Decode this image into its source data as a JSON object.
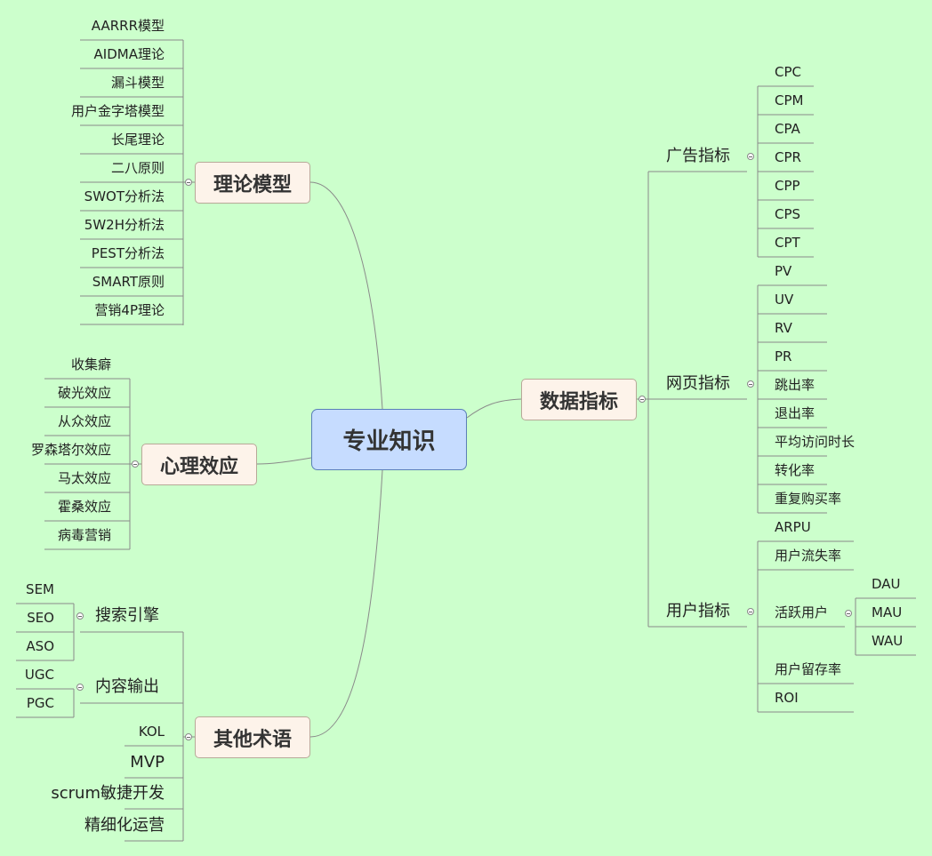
{
  "root": "专业知识",
  "branches": {
    "theory": {
      "label": "理论模型",
      "items": [
        "AARRR模型",
        "AIDMA理论",
        "漏斗模型",
        "用户金字塔模型",
        "长尾理论",
        "二八原则",
        "SWOT分析法",
        "5W2H分析法",
        "PEST分析法",
        "SMART原则",
        "营销4P理论"
      ]
    },
    "psychology": {
      "label": "心理效应",
      "items": [
        "收集癖",
        "破光效应",
        "从众效应",
        "罗森塔尔效应",
        "马太效应",
        "霍桑效应",
        "病毒营销"
      ]
    },
    "terms": {
      "label": "其他术语",
      "search": {
        "label": "搜索引擎",
        "items": [
          "SEM",
          "SEO",
          "ASO"
        ]
      },
      "content": {
        "label": "内容输出",
        "items": [
          "UGC",
          "PGC"
        ]
      },
      "items": [
        "KOL",
        "MVP",
        "scrum敏捷开发",
        "精细化运营"
      ]
    },
    "metrics": {
      "label": "数据指标",
      "ad": {
        "label": "广告指标",
        "items": [
          "CPC",
          "CPM",
          "CPA",
          "CPR",
          "CPP",
          "CPS",
          "CPT"
        ]
      },
      "web": {
        "label": "网页指标",
        "items": [
          "PV",
          "UV",
          "RV",
          "PR",
          "跳出率",
          "退出率",
          "平均访问时长",
          "转化率",
          "重复购买率"
        ]
      },
      "user": {
        "label": "用户指标",
        "items": [
          "ARPU",
          "用户流失率",
          "活跃用户",
          "用户留存率",
          "ROI"
        ],
        "active": [
          "DAU",
          "MAU",
          "WAU"
        ]
      }
    }
  }
}
